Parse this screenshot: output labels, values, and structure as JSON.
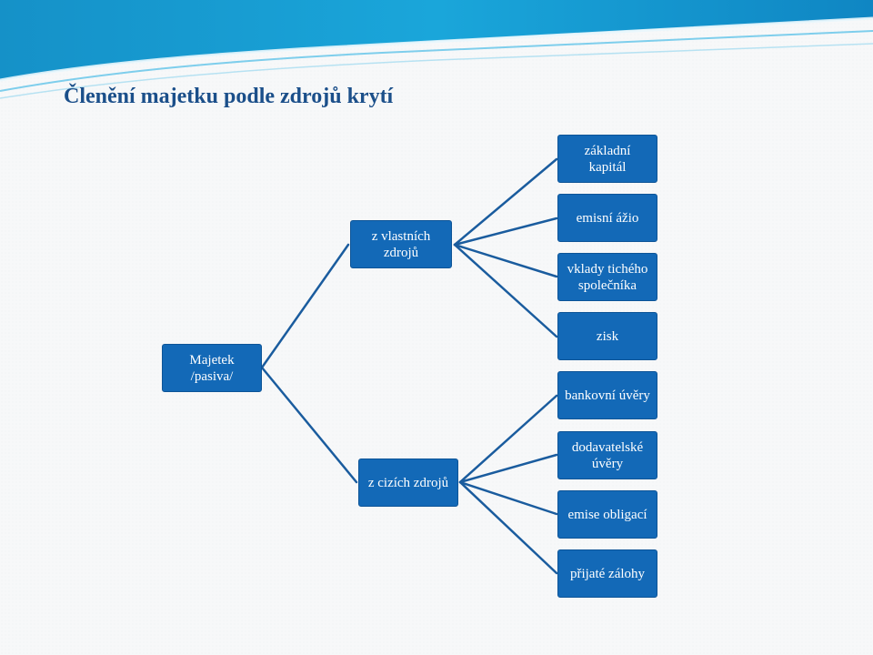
{
  "title": "Členění majetku podle zdrojů krytí",
  "colors": {
    "title": "#1b4f8a",
    "node_fill": "#1369b7",
    "connector": "#1a5c9e",
    "header": "#1aa0d6"
  },
  "nodes": {
    "root": "Majetek\n/pasiva/",
    "own": "z vlastních\nzdrojů",
    "foreign": "z cizích zdrojů",
    "own_items": [
      "základní\nkapitál",
      "emisní ážio",
      "vklady tichého\nspolečníka",
      "zisk"
    ],
    "foreign_items": [
      "bankovní úvěry",
      "dodavatelské\núvěry",
      "emise obligací",
      "přijaté zálohy"
    ]
  }
}
